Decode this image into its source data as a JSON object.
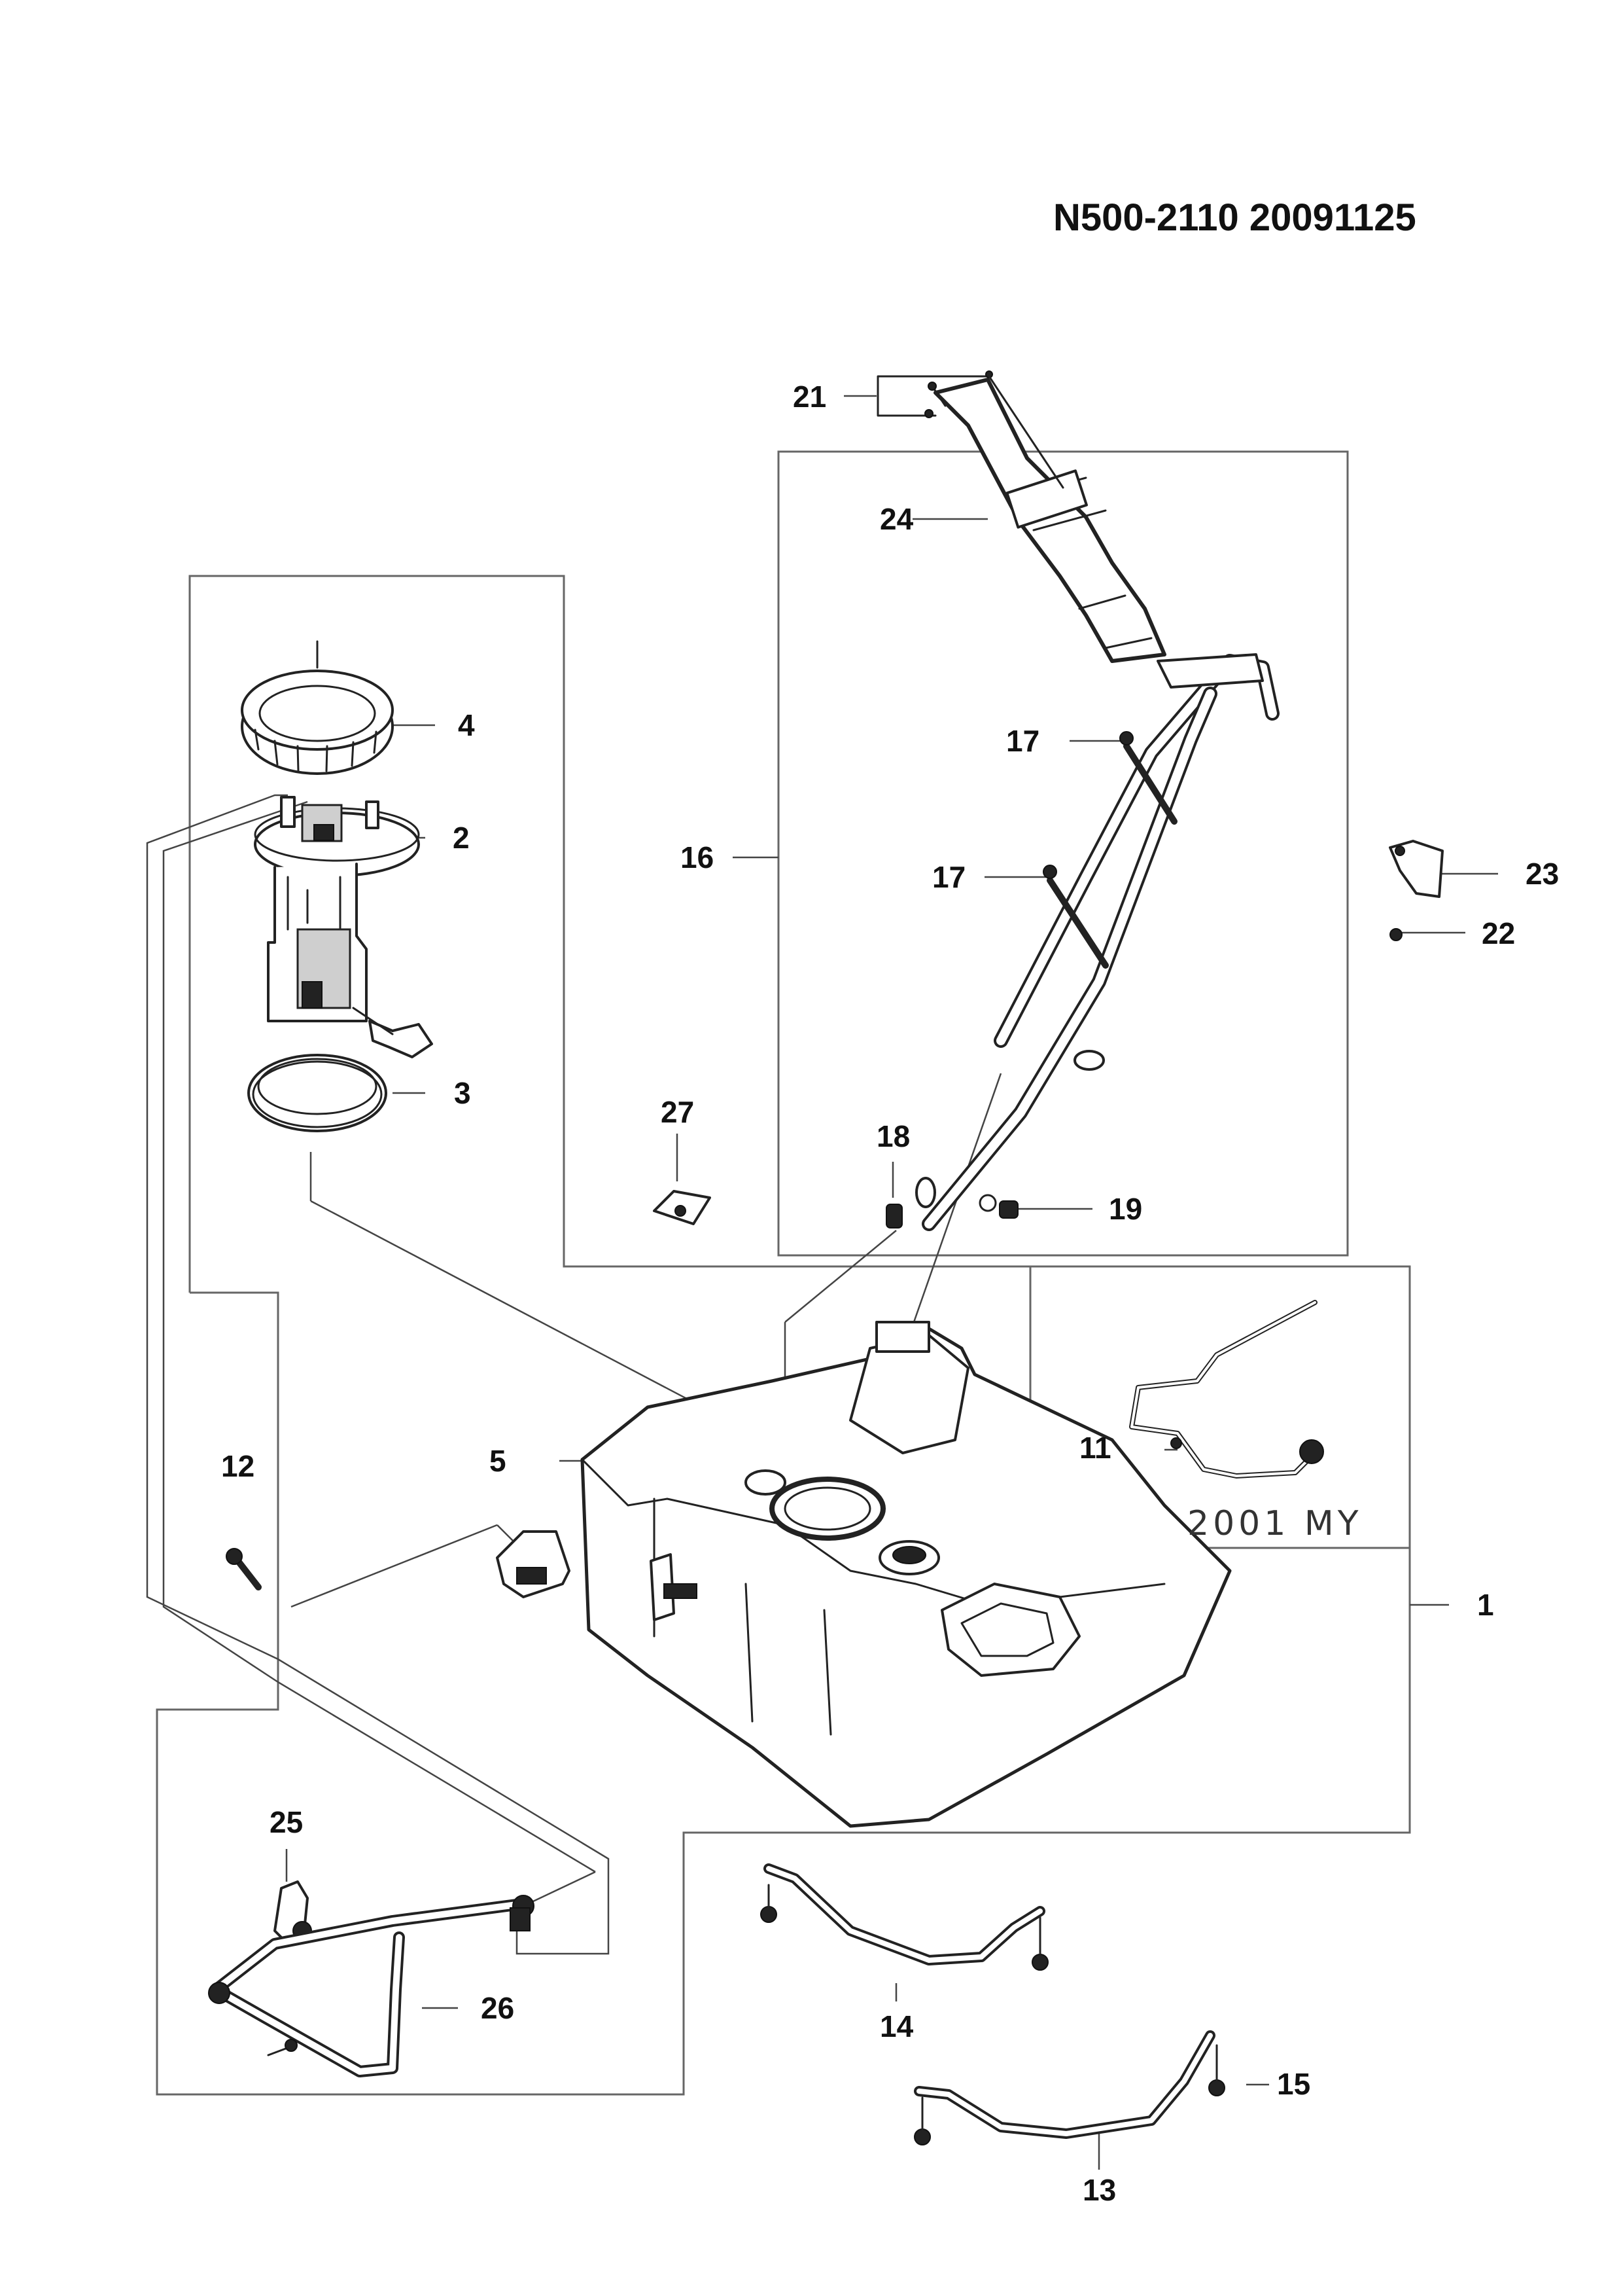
{
  "document": {
    "header": "N500-2110  20091125",
    "model_year_note": "2001 MY"
  },
  "callouts": {
    "c1": "1",
    "c2": "2",
    "c3": "3",
    "c4": "4",
    "c5": "5",
    "c11": "11",
    "c12": "12",
    "c13": "13",
    "c14": "14",
    "c15": "15",
    "c16": "16",
    "c17a": "17",
    "c17b": "17",
    "c18": "18",
    "c19": "19",
    "c21": "21",
    "c22": "22",
    "c23": "23",
    "c24": "24",
    "c25": "25",
    "c26": "26",
    "c27": "27"
  }
}
